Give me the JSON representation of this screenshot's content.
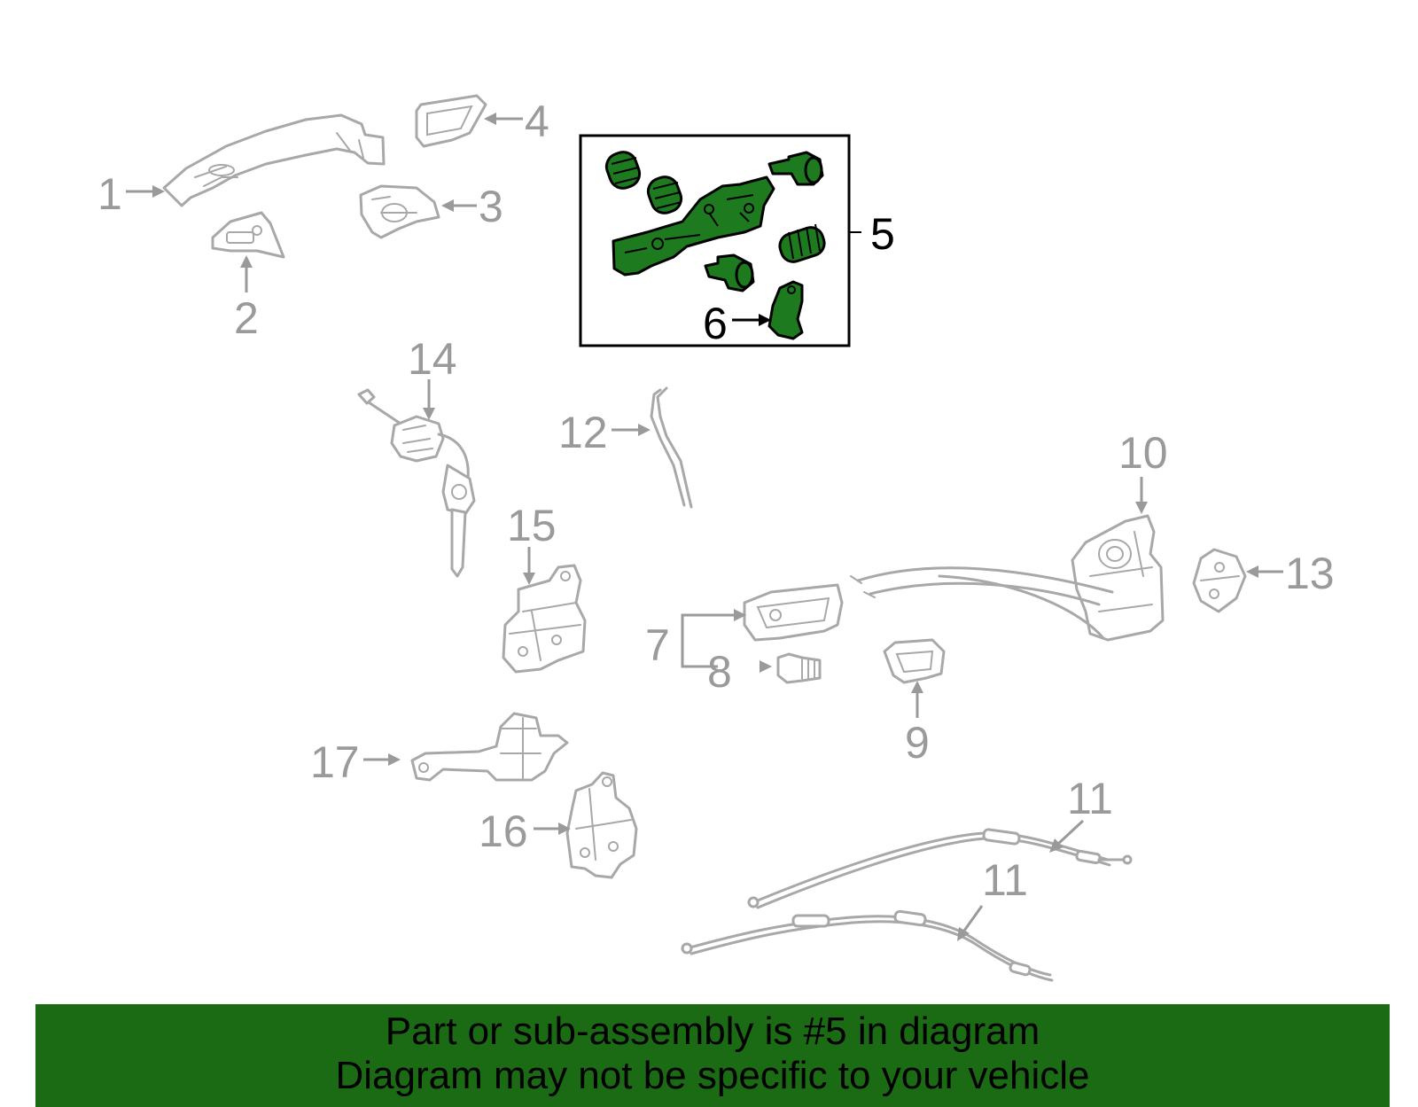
{
  "highlight_color": "#1e7a1e",
  "banner_color": "#1b6a14",
  "callouts": {
    "c1": "1",
    "c2": "2",
    "c3": "3",
    "c4": "4",
    "c5": "5",
    "c6": "6",
    "c7": "7",
    "c8": "8",
    "c9": "9",
    "c10": "10",
    "c11a": "11",
    "c11b": "11",
    "c12": "12",
    "c13": "13",
    "c14": "14",
    "c15": "15",
    "c16": "16",
    "c17": "17"
  },
  "banner": {
    "line1": "Part or sub-assembly is #5 in diagram",
    "line2": "Diagram may not be specific to your vehicle"
  }
}
